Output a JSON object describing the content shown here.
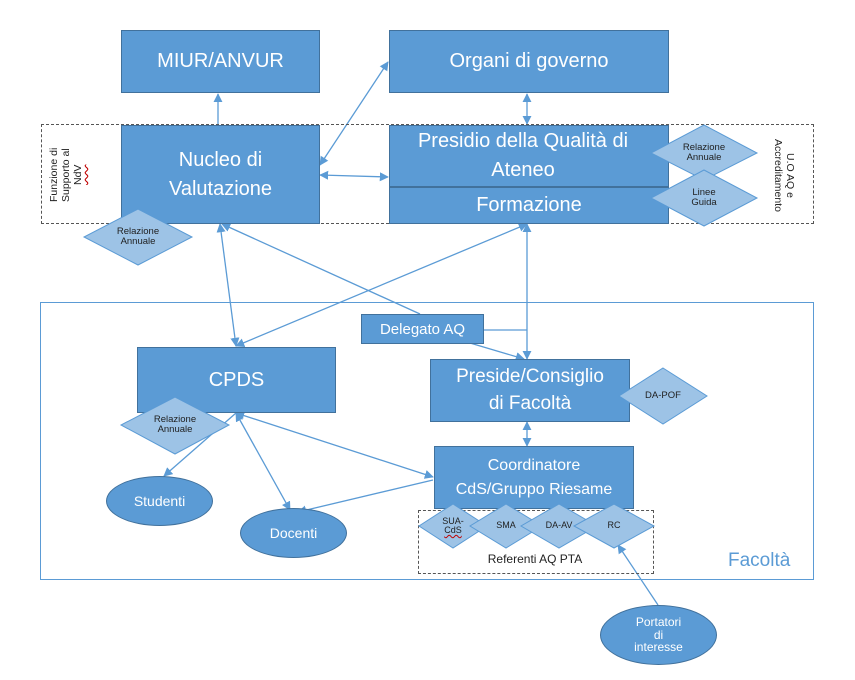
{
  "boxes": {
    "miur": "MIUR/ANVUR",
    "organi": "Organi di governo",
    "nucleo": [
      "Nucleo di",
      "Valutazione"
    ],
    "presidio": [
      "Presidio della Qualità di",
      "Ateneo"
    ],
    "formazione": "Formazione",
    "delegato": "Delegato AQ",
    "cpds": "CPDS",
    "preside": [
      "Preside/Consiglio",
      "di Facoltà"
    ],
    "coordinatore": [
      "Coordinatore",
      "CdS/Gruppo Riesame"
    ]
  },
  "side_labels": {
    "left": [
      "Funzione di",
      "Supporto al",
      "NdV"
    ],
    "right": [
      "U.O AQ e",
      "Accreditamento"
    ]
  },
  "diamonds": {
    "presidio_relazione": [
      "Relazione",
      "Annuale"
    ],
    "presidio_linee": [
      "Linee",
      "Guida"
    ],
    "nucleo_relazione": [
      "Relazione",
      "Annuale"
    ],
    "cpds_relazione": [
      "Relazione",
      "Annuale"
    ],
    "dapof": "DA-POF",
    "sua": [
      "SUA-",
      "CdS"
    ],
    "sma": "SMA",
    "daav": "DA-AV",
    "rc": "RC"
  },
  "ovals": {
    "studenti": "Studenti",
    "docenti": "Docenti",
    "portatori": [
      "Portatori",
      "di",
      "interesse"
    ]
  },
  "referenti": "Referenti AQ PTA",
  "facolta": "Facoltà",
  "colors": {
    "box": "#5b9bd5",
    "diamond": "#9dc3e6",
    "arrow": "#5b9bd5"
  }
}
